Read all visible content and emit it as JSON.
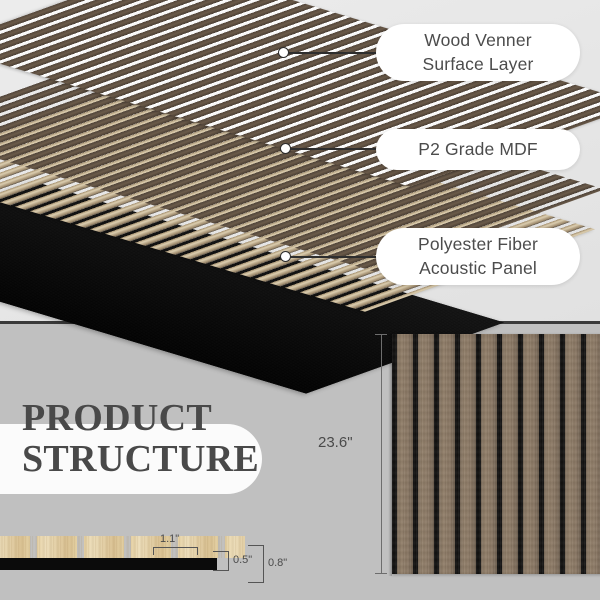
{
  "graphic": {
    "title_line1": "PRODUCT",
    "title_line2": "STRUCTURE",
    "title_full": "PRODUCT\nSTRUCTURE"
  },
  "colors": {
    "background_top": "#e8e8e8",
    "background_bottom": "#c0c0c0",
    "divider": "#3a3a3a",
    "pill_background": "#ffffff",
    "pill_text": "#4c4c4c",
    "title_text": "#494949",
    "veneer_wood": "#53463a",
    "mdf_board": "#cbb896",
    "acoustic_felt": "#111111",
    "panel_slat_wood": "#8a7763",
    "panel_gap_black": "#0c0b0a",
    "cross_section_wood": "#e8d4a8",
    "cross_section_base": "#0b0b0b",
    "dimension_line": "#555555"
  },
  "callouts": [
    {
      "id": "wood-veneer",
      "label_line1": "Wood Venner",
      "label_line2": "Surface Layer",
      "label": "Wood Venner\nSurface Layer"
    },
    {
      "id": "p2-grade-mdf",
      "label_line1": "P2 Grade MDF",
      "label_line2": "",
      "label": "P2 Grade MDF"
    },
    {
      "id": "polyester-fiber-acoustic-panel",
      "label_line1": "Polyester Fiber",
      "label_line2": "Acoustic Panel",
      "label": "Polyester Fiber\nAcoustic Panel"
    }
  ],
  "dimensions": {
    "panel_height": "23.6\"",
    "slat_width": "1.1\"",
    "slat_thickness": "0.5\"",
    "total_thickness": "0.8\""
  },
  "layers": [
    {
      "name": "Wood Venner Surface Layer",
      "order": 1
    },
    {
      "name": "P2 Grade MDF",
      "order": 2
    },
    {
      "name": "Polyester Fiber Acoustic Panel",
      "order": 3
    }
  ]
}
